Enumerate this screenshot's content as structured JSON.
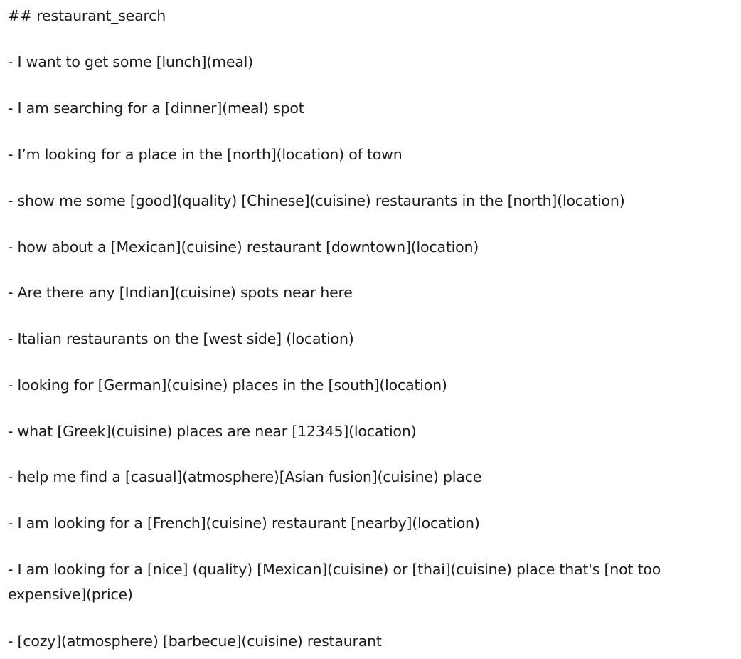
{
  "document": {
    "heading": "## restaurant_search",
    "lines": [
      "- I want to get some [lunch](meal)",
      "- I am searching for a [dinner](meal) spot",
      "- I’m looking for a place in the [north](location) of town",
      "- show me some [good](quality) [Chinese](cuisine) restaurants in the [north](location)",
      "- how about a [Mexican](cuisine) restaurant [downtown](location)",
      "- Are there any [Indian](cuisine) spots near here",
      "- Italian restaurants on the [west side] (location)",
      "- looking for [German](cuisine) places in the [south](location)",
      "- what [Greek](cuisine) places are near [12345](location)",
      "- help me find a [casual](atmosphere)[Asian fusion](cuisine) place",
      "- I am looking for a [French](cuisine) restaurant [nearby](location)",
      "- I am looking for a [nice] (quality) [Mexican](cuisine) or [thai](cuisine) place that's [not too expensive](price)",
      "- [cozy](atmosphere) [barbecue](cuisine) restaurant"
    ]
  }
}
